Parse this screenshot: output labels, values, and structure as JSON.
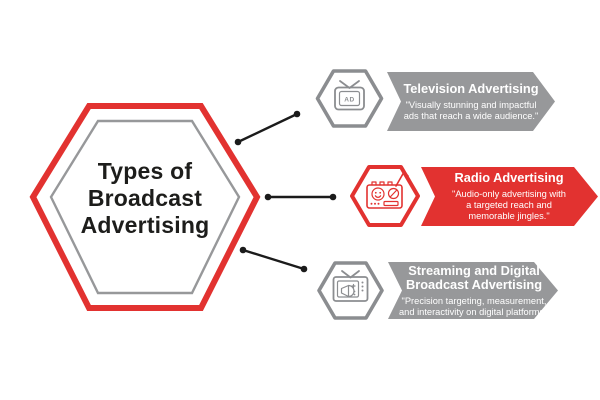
{
  "title": "Types of Broadcast Advertising infographic",
  "center": {
    "title": "Types of Broadcast Advertising",
    "title_lines": [
      "Types of",
      "Broadcast",
      "Advertising"
    ]
  },
  "items": [
    {
      "id": "television",
      "title": "Television Advertising",
      "description": "\"Visually stunning and impactful ads that reach a wide audience.\"",
      "description_lines": [
        "\"Visually stunning and impactful",
        "ads that reach a wide audience.\""
      ],
      "icon": "television-ad-icon",
      "icon_label": "AD",
      "color": "#97989a"
    },
    {
      "id": "radio",
      "title": "Radio Advertising",
      "description": "\"Audio-only advertising with a targeted reach and memorable jingles.\"",
      "description_lines": [
        "\"Audio-only advertising with",
        "a targeted reach and",
        "memorable jingles.\""
      ],
      "icon": "radio-icon",
      "color": "#e23230"
    },
    {
      "id": "streaming",
      "title": "Streaming and Digital Broadcast Advertising",
      "title_lines": [
        "Streaming and Digital",
        "Broadcast Advertising"
      ],
      "description": "\"Precision targeting, measurement, and interactivity on digital platforms.\"",
      "description_lines": [
        "\"Precision targeting, measurement,",
        "and interactivity on digital platforms.\""
      ],
      "icon": "streaming-tv-megaphone-icon",
      "color": "#97989a"
    }
  ],
  "colors": {
    "accent_red": "#e23230",
    "banner_gray": "#97989a",
    "icon_gray": "#8b8d90",
    "text_black": "#1d1d1b",
    "connector_black": "#1b1b1b",
    "background": "#ffffff"
  }
}
